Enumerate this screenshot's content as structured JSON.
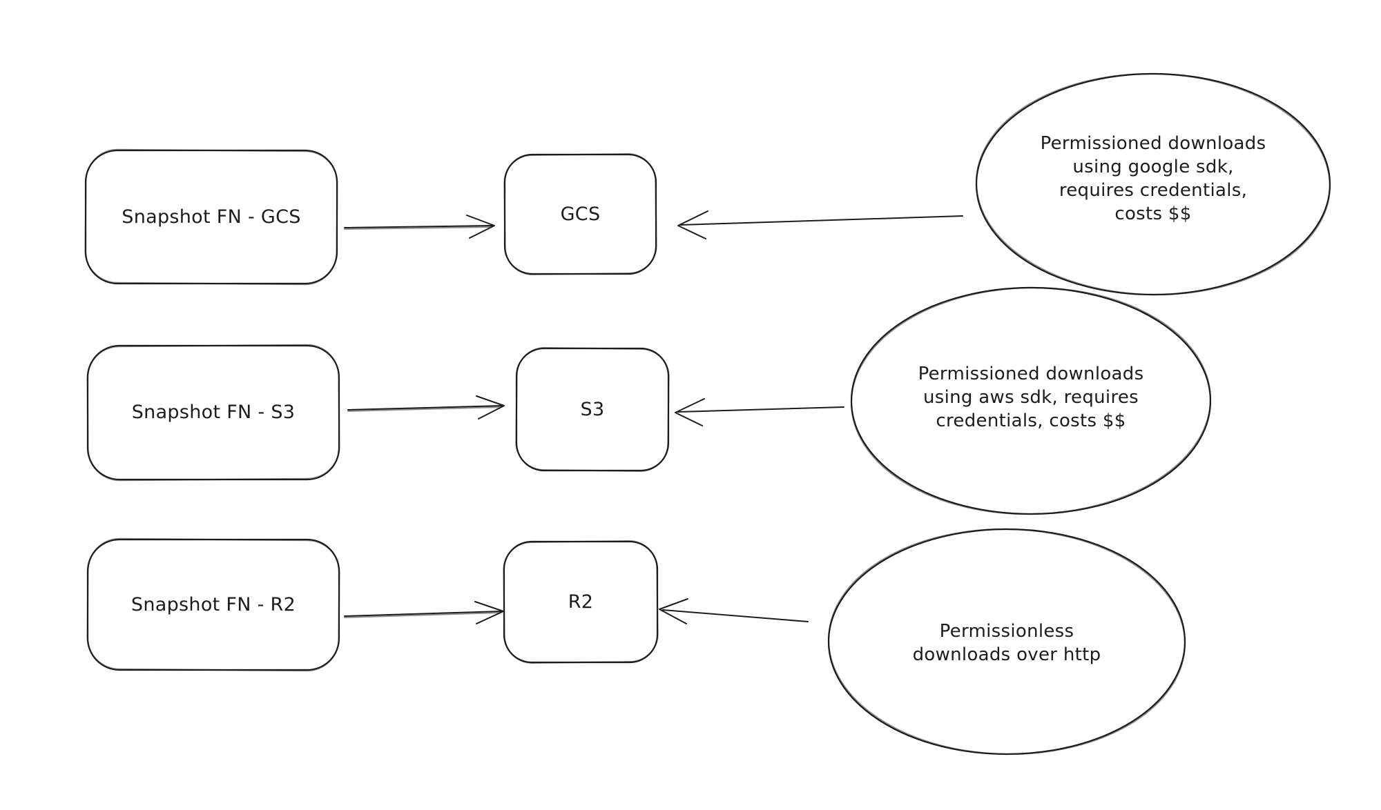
{
  "diagram": {
    "background_color": "#ffffff",
    "stroke_color": "#1c1c1c",
    "rows": [
      {
        "source_label": "Snapshot FN - GCS",
        "target_label": "GCS",
        "note_text": "Permissioned downloads\nusing google sdk,\nrequires credentials,\ncosts $$"
      },
      {
        "source_label": "Snapshot FN - S3",
        "target_label": "S3",
        "note_text": "Permissioned downloads\nusing aws sdk, requires\ncredentials, costs $$"
      },
      {
        "source_label": "Snapshot FN - R2",
        "target_label": "R2",
        "note_text": "Permissionless\ndownloads over http"
      }
    ]
  }
}
